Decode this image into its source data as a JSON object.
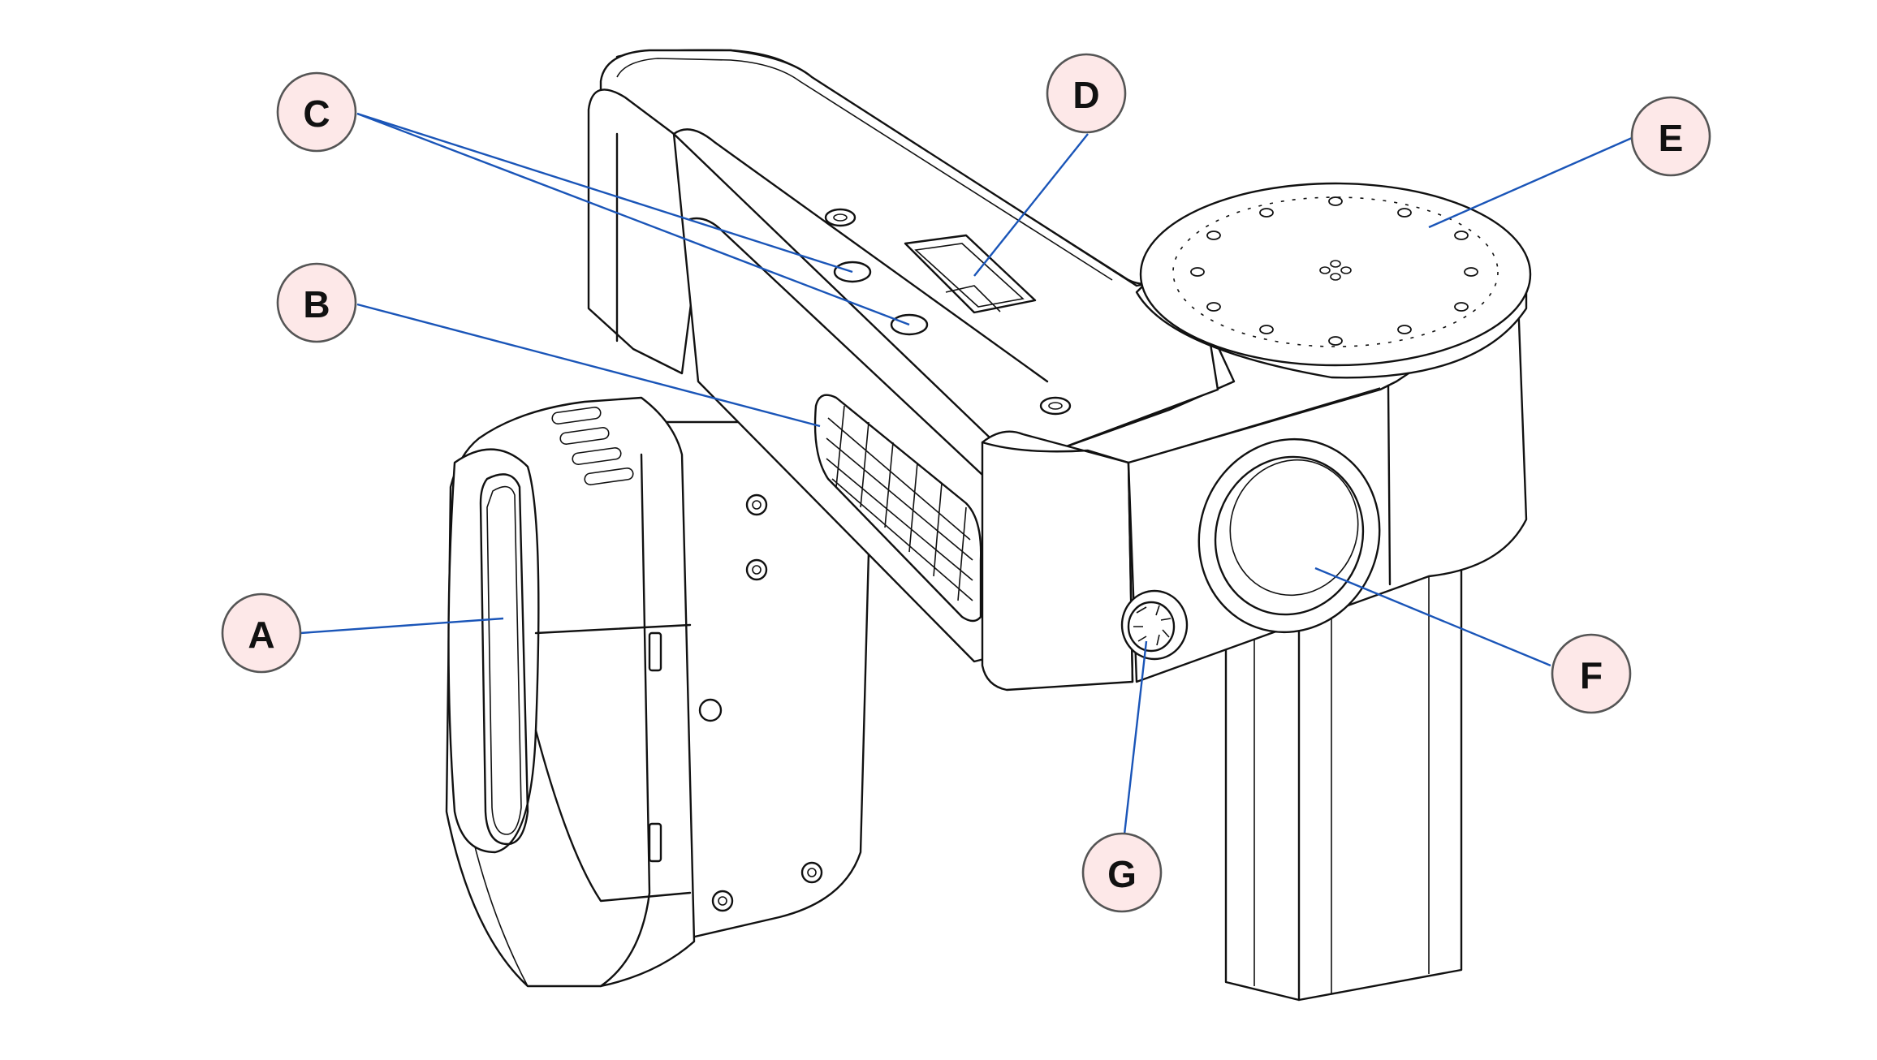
{
  "callouts": [
    {
      "id": "A",
      "label": "A"
    },
    {
      "id": "B",
      "label": "B"
    },
    {
      "id": "C",
      "label": "C"
    },
    {
      "id": "D",
      "label": "D"
    },
    {
      "id": "E",
      "label": "E"
    },
    {
      "id": "F",
      "label": "F"
    },
    {
      "id": "G",
      "label": "G"
    }
  ],
  "colors": {
    "leader": "#1a55b8",
    "badge_fill": "#fde8e8",
    "badge_stroke": "#555555",
    "outline": "#111111"
  }
}
